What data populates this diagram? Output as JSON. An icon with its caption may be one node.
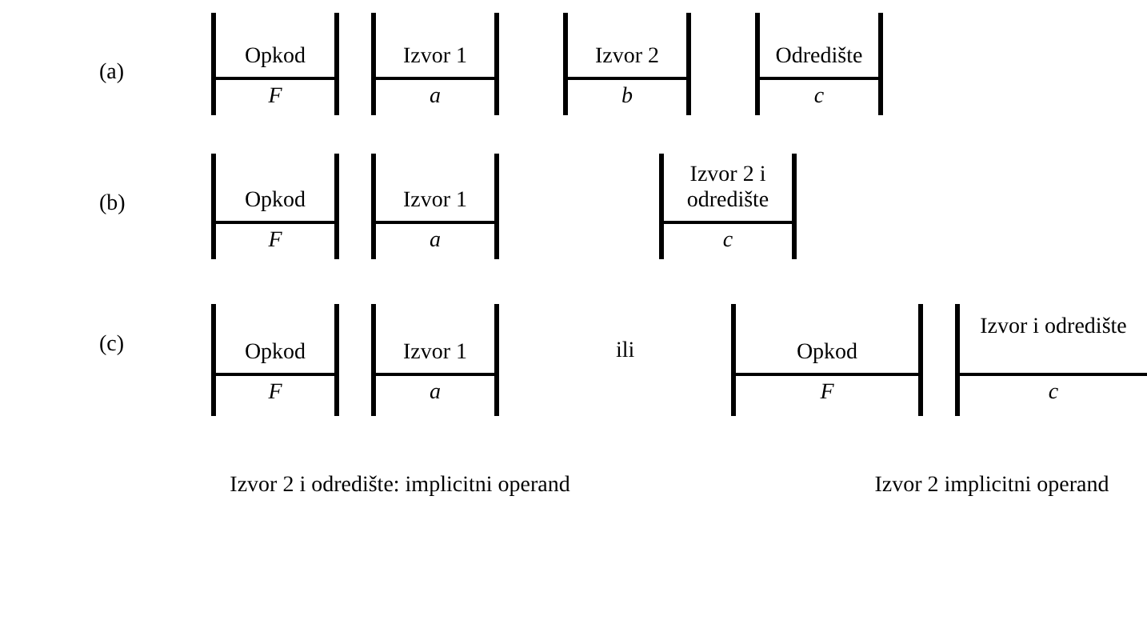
{
  "diagram": {
    "nodes": [
      {
        "text": [
          "Opkod",
          "F"
        ]
      },
      {
        "text": [
          "Izvor 1",
          "a"
        ]
      },
      {
        "text": [
          "Izvor 2",
          "b"
        ]
      },
      {
        "text": [
          "Odredište",
          "c"
        ]
      },
      {
        "text": [
          "Opkod",
          "F"
        ]
      },
      {
        "text": [
          "Izvor 1",
          "a"
        ]
      },
      {
        "text": [
          "Izvor 2 i odredište",
          "c"
        ]
      },
      {
        "text": [
          "Opkod",
          "F"
        ]
      },
      {
        "text": [
          "Izvor 1",
          "a"
        ]
      },
      {
        "text": [
          "Opkod",
          "F"
        ]
      },
      {
        "text": [
          "Izvor i odredište",
          "c"
        ]
      }
    ],
    "labels": [
      "(a)",
      "(b)",
      "(c)",
      "ili",
      "Izvor 2 i odredište: implicitni operand",
      "Izvor 2 implicitni operand"
    ]
  }
}
